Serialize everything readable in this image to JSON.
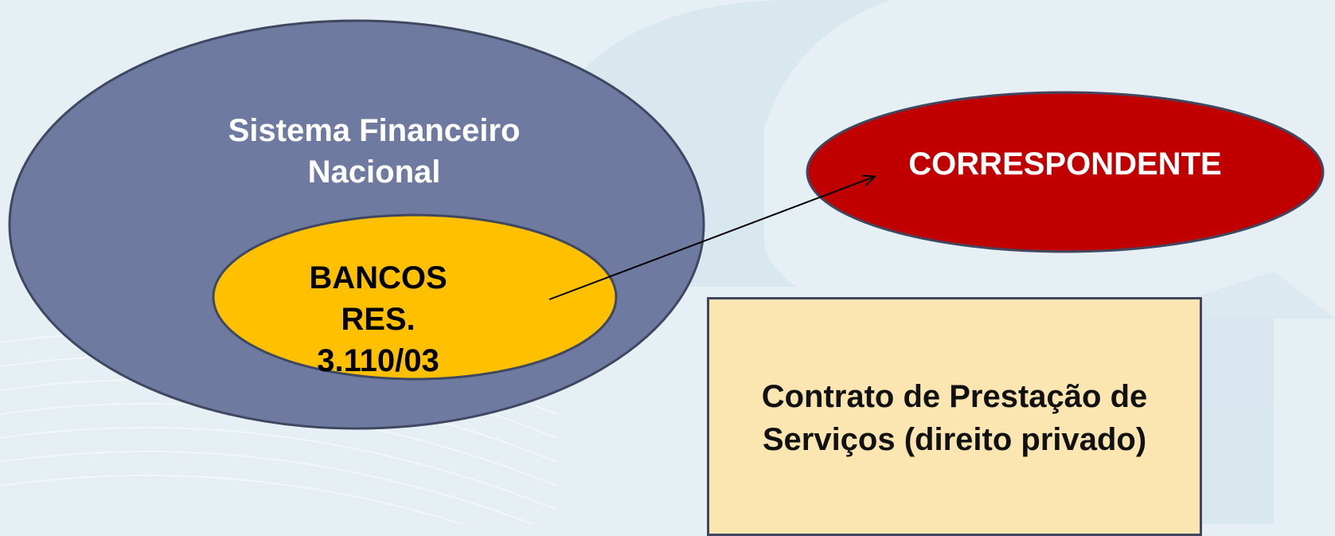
{
  "diagram": {
    "outer_ellipse": {
      "line1": "Sistema Financeiro",
      "line2": "Nacional"
    },
    "inner_ellipse": {
      "line1": "BANCOS",
      "line2": "RES. 3.110/03"
    },
    "target_ellipse": {
      "label": "CORRESPONDENTE"
    },
    "contract_box": {
      "line1": "Contrato de Prestação de",
      "line2": "Serviços (direito privado)"
    }
  },
  "colors": {
    "background": "#e6eff4",
    "outer_fill": "#6f7aa1",
    "inner_fill": "#ffc000",
    "target_fill": "#c00000",
    "box_fill": "#fbe6b2",
    "outline": "#3f4860"
  }
}
